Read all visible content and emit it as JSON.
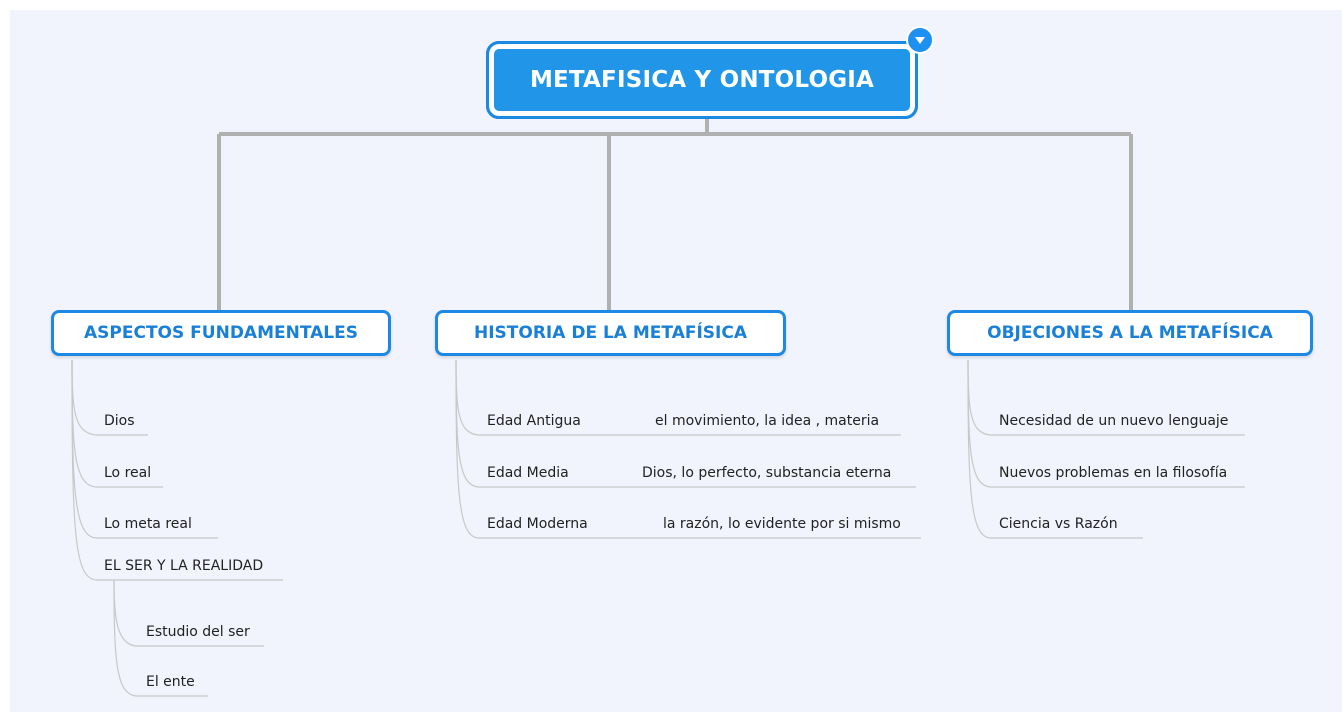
{
  "central": {
    "title": "METAFISICA Y ONTOLOGIA"
  },
  "branches": [
    {
      "title": "ASPECTOS FUNDAMENTALES",
      "items": [
        "Dios",
        "Lo real",
        "Lo meta real",
        "EL SER Y LA REALIDAD"
      ],
      "subitems": [
        "Estudio del ser",
        "El ente"
      ]
    },
    {
      "title": "HISTORIA DE LA METAFÍSICA",
      "items": [
        {
          "label": "Edad Antigua",
          "detail": "el movimiento, la idea , materia"
        },
        {
          "label": "Edad Media",
          "detail": "Dios, lo perfecto,  substancia eterna"
        },
        {
          "label": "Edad Moderna",
          "detail": "la razón, lo evidente por si mismo"
        }
      ]
    },
    {
      "title": "OBJECIONES A LA METAFÍSICA",
      "items": [
        "Necesidad de un nuevo lenguaje",
        "Nuevos problemas en la filosofía",
        "Ciencia  vs  Razón"
      ]
    }
  ],
  "colors": {
    "background": "#f1f4fd",
    "central_fill": "#2196e8",
    "branch_border": "#1e88e5",
    "branch_text": "#1a7fd6",
    "connector": "#b0b0b0",
    "leaf_line": "#c8c8c8"
  },
  "icons": {
    "collapse": "chevron-down-icon"
  }
}
